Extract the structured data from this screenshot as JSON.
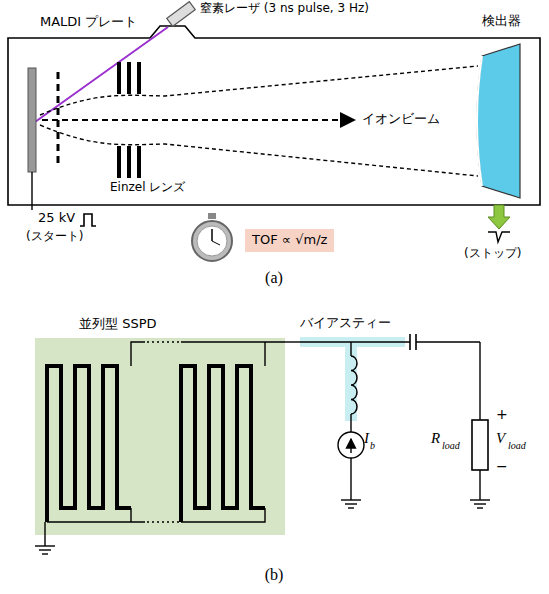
{
  "diagram": {
    "nodes": [
      {
        "text": [
          "TOF ∝ √m/z"
        ]
      },
      {
        "text": [
          "並列型 SSPD"
        ]
      },
      {
        "text": [
          "バイアスティー"
        ]
      }
    ],
    "edges": [
      {
        "from": 1,
        "to": 2,
        "arrow": "none"
      }
    ],
    "labels": [
      "MALDI プレート",
      "窒素レーザ (3 ns pulse, 3 Hz)",
      "検出器",
      "イオンビーム",
      "Einzel レンズ",
      "25 kV",
      "(スタート)",
      "(ストップ)",
      "(a)",
      "I",
      "b",
      "R",
      "load",
      "V",
      "load",
      "+",
      "−",
      "(b)"
    ]
  }
}
